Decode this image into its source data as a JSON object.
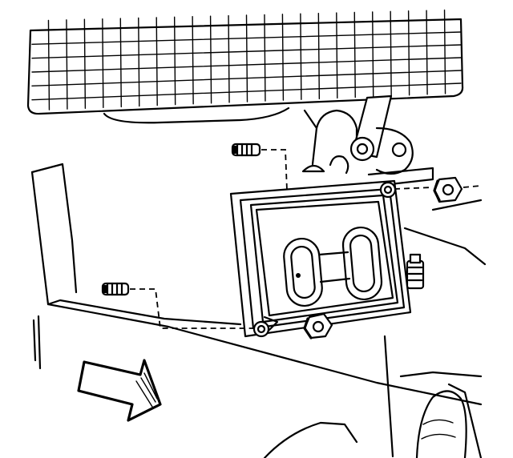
{
  "figure": {
    "type": "technical-line-illustration",
    "parts": [
      "accelerator-pedal",
      "pedal-mounting-bracket",
      "pedal-pivot-arm",
      "pedal-mounting-bolt-upper",
      "pedal-mounting-bolt-lower",
      "bracket-nut-upper",
      "bracket-nut-lower",
      "mounting-stud",
      "direction-arrow"
    ],
    "colors": {
      "line": "#000000",
      "background": "#ffffff"
    }
  }
}
